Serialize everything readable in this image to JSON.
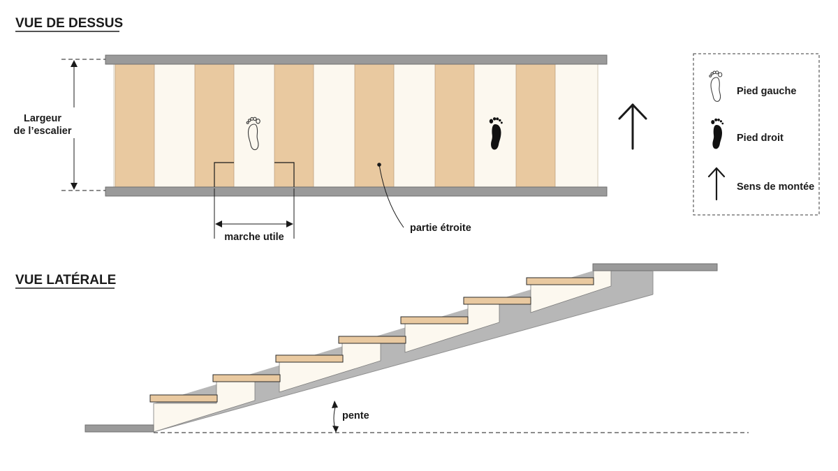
{
  "titles": {
    "top_view": "VUE DE DESSUS",
    "side_view": "VUE LATÉRALE"
  },
  "labels": {
    "width_line1": "Largeur",
    "width_line2": "de l’escalier",
    "usable_tread": "marche utile",
    "narrow_part": "partie étroite",
    "slope": "pente"
  },
  "legend": {
    "items": [
      {
        "icon": "left-foot-outline-icon",
        "label": "Pied gauche"
      },
      {
        "icon": "right-foot-solid-icon",
        "label": "Pied droit"
      },
      {
        "icon": "up-arrow-icon",
        "label": "Sens de montée"
      }
    ]
  },
  "colors": {
    "wood": "#e9c9a0",
    "cream": "#fcf8ef",
    "stringer": "#b7b7b7",
    "rail": "#9a9a9a",
    "line": "#1a1a1a"
  }
}
